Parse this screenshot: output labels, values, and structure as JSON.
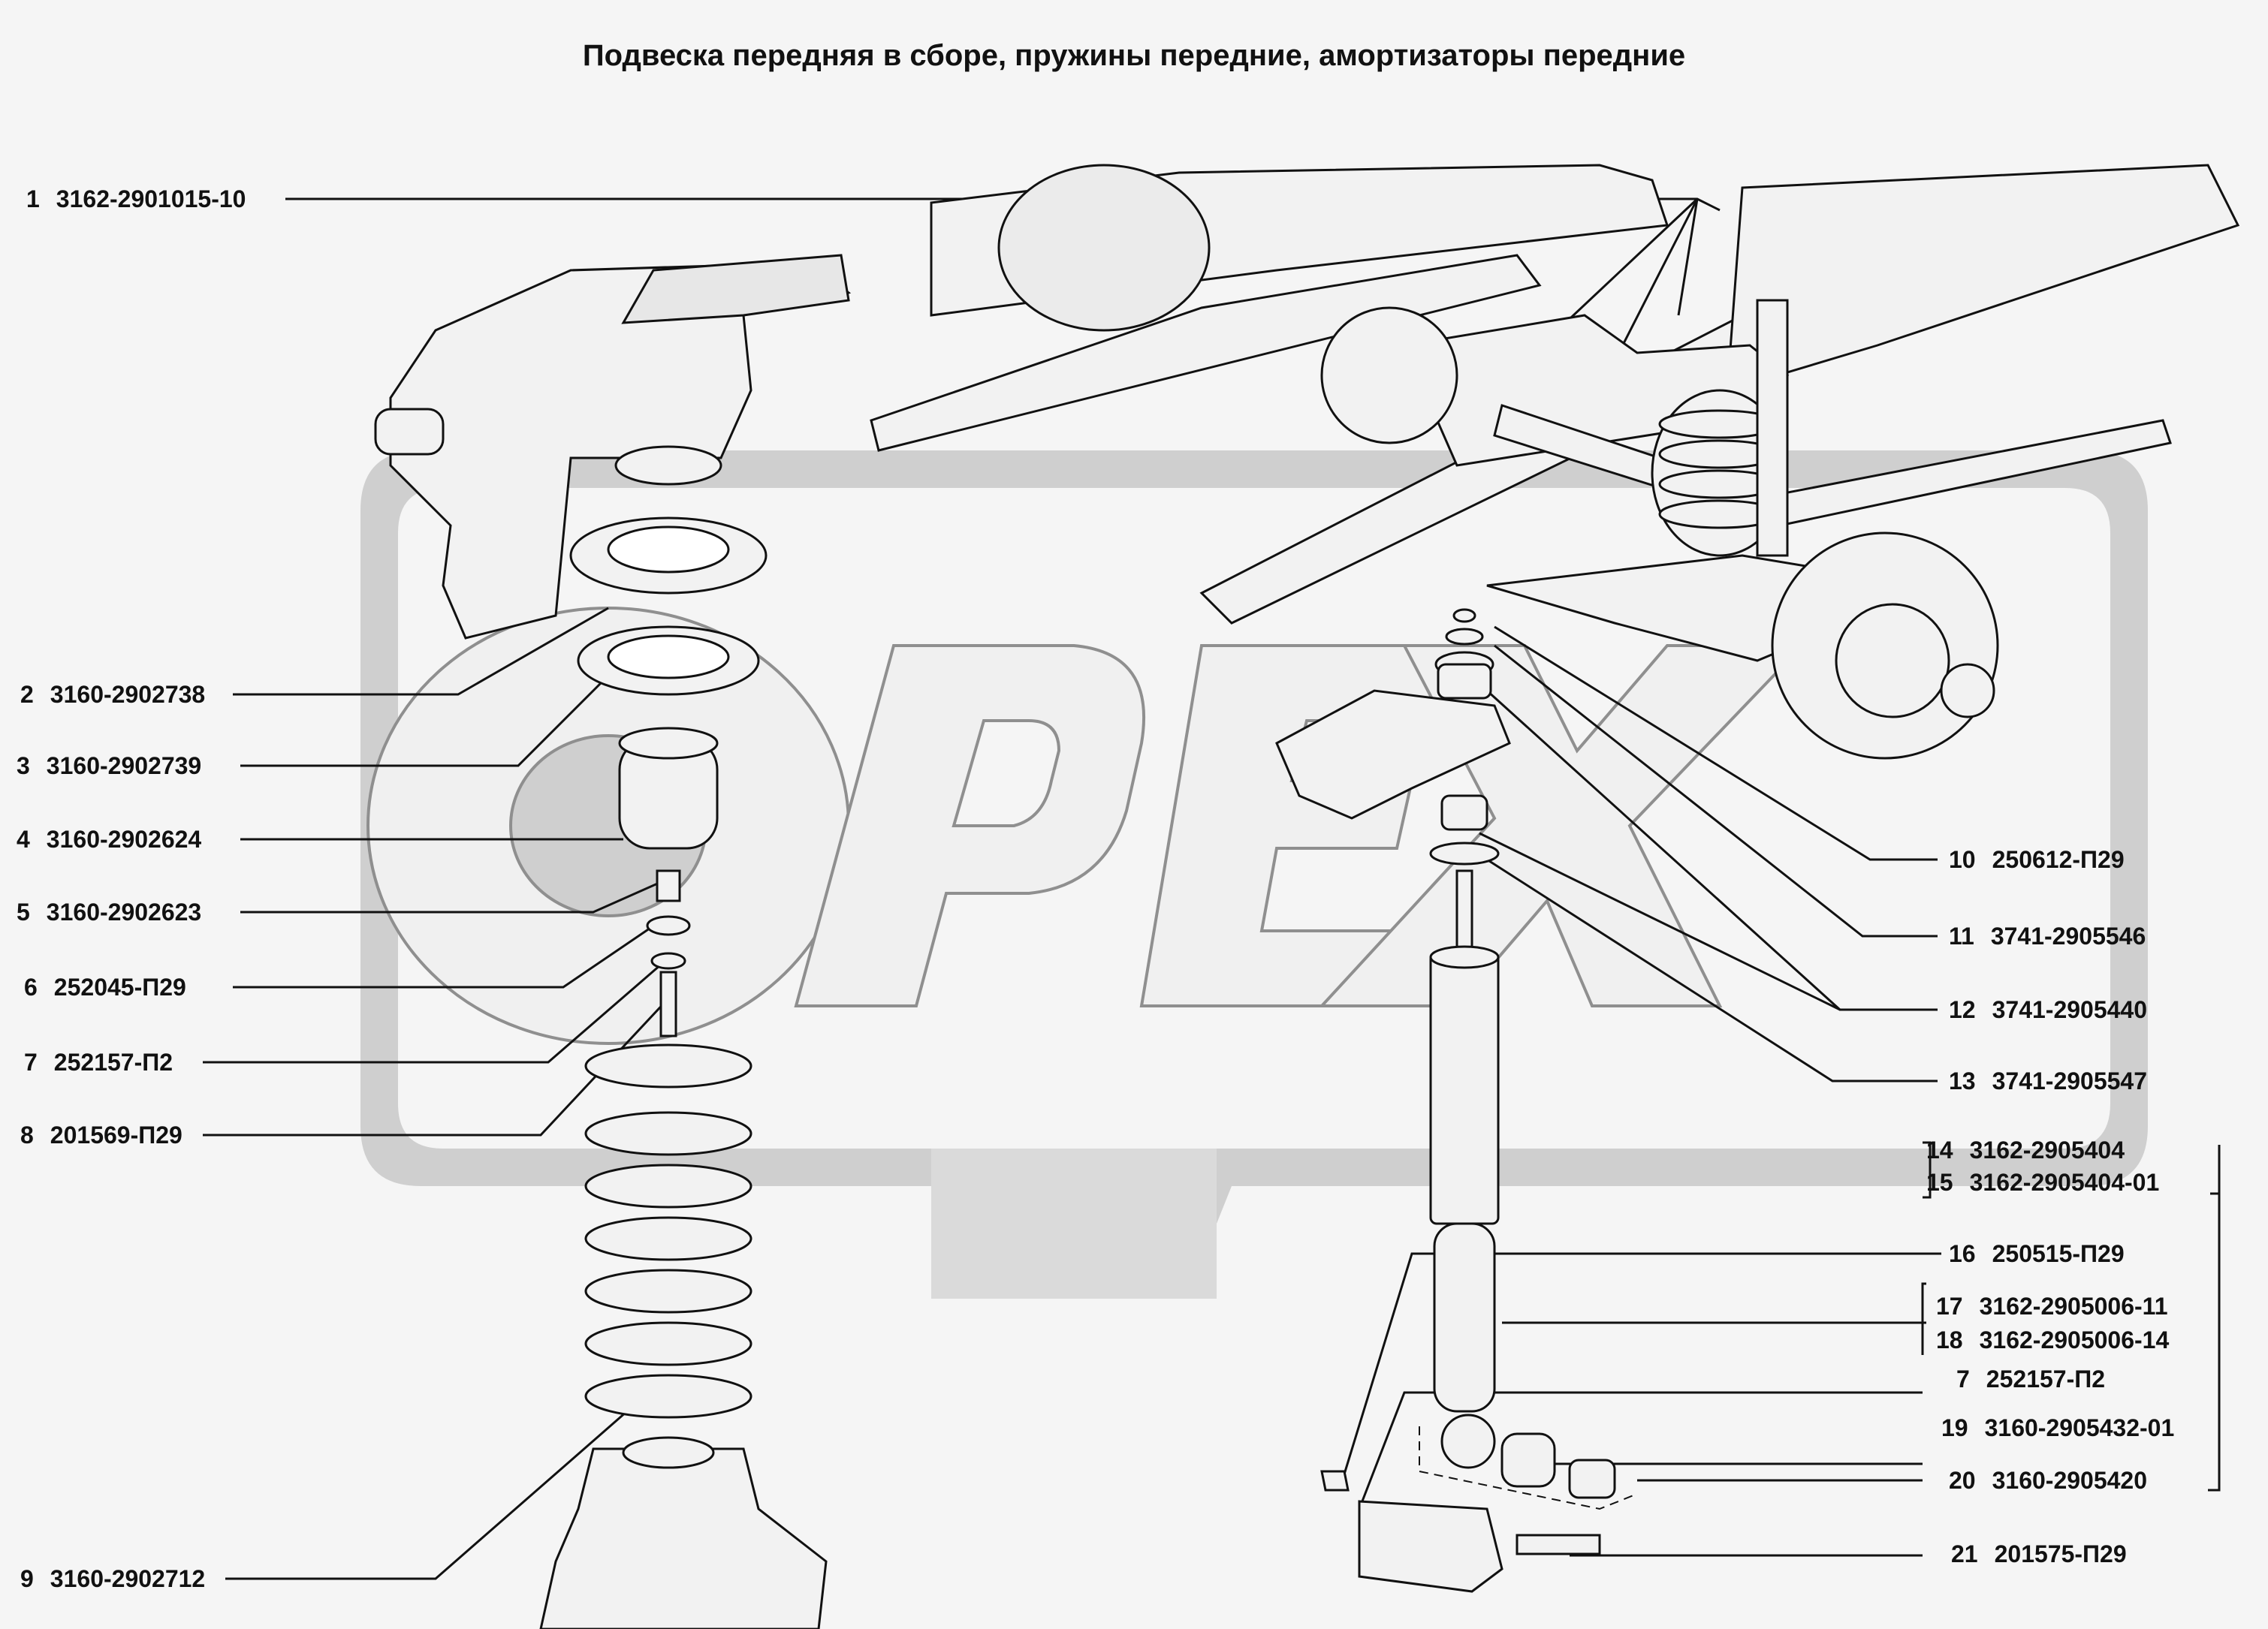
{
  "title": "Подвеска передняя в сборе, пружины передние, амортизаторы передние",
  "watermark": "OPEX",
  "colors": {
    "line": "#1a1a1a",
    "watermark": "#c9c9c9",
    "background": "#f5f5f5"
  },
  "callouts": [
    {
      "num": "1",
      "code": "3162-2901015-10"
    },
    {
      "num": "2",
      "code": "3160-2902738"
    },
    {
      "num": "3",
      "code": "3160-2902739"
    },
    {
      "num": "4",
      "code": "3160-2902624"
    },
    {
      "num": "5",
      "code": "3160-2902623"
    },
    {
      "num": "6",
      "code": "252045-П29"
    },
    {
      "num": "7",
      "code": "252157-П2"
    },
    {
      "num": "8",
      "code": "201569-П29"
    },
    {
      "num": "9",
      "code": "3160-2902712"
    },
    {
      "num": "10",
      "code": "250612-П29"
    },
    {
      "num": "11",
      "code": "3741-2905546"
    },
    {
      "num": "12",
      "code": "3741-2905440"
    },
    {
      "num": "13",
      "code": "3741-2905547"
    },
    {
      "num": "14",
      "code": "3162-2905404"
    },
    {
      "num": "15",
      "code": "3162-2905404-01"
    },
    {
      "num": "16",
      "code": "250515-П29"
    },
    {
      "num": "17",
      "code": "3162-2905006-11"
    },
    {
      "num": "18",
      "code": "3162-2905006-14"
    },
    {
      "num": "7",
      "code": "252157-П2"
    },
    {
      "num": "19",
      "code": "3160-2905432-01"
    },
    {
      "num": "20",
      "code": "3160-2905420"
    },
    {
      "num": "21",
      "code": "201575-П29"
    }
  ]
}
